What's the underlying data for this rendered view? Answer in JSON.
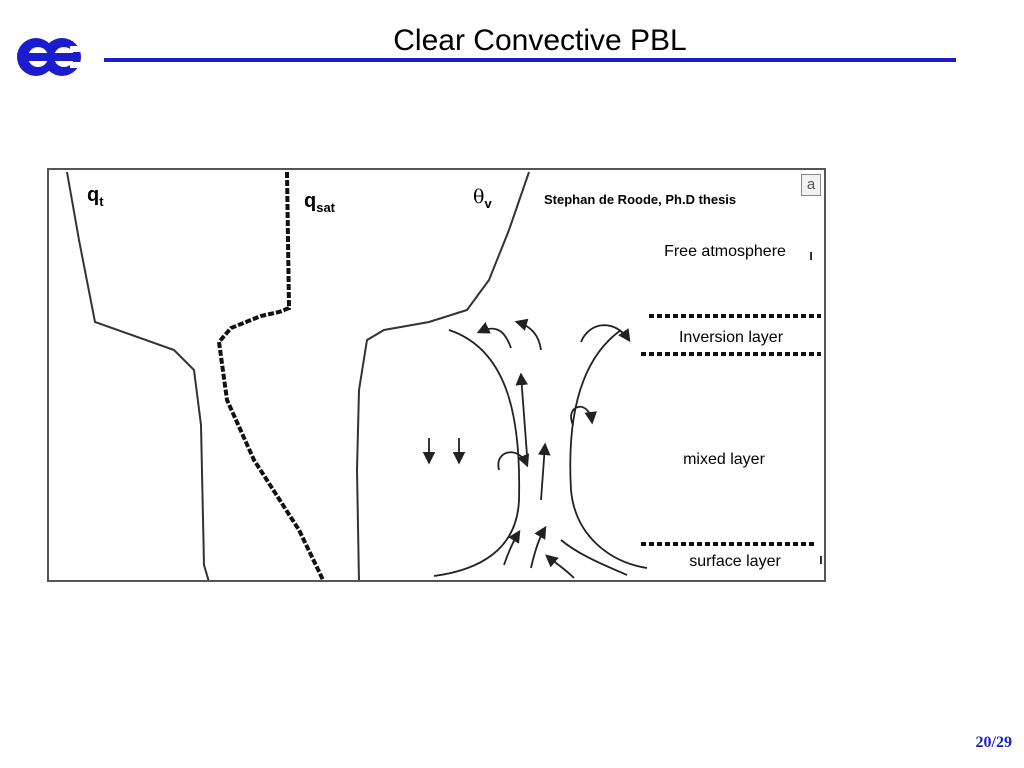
{
  "slide": {
    "title": "Clear Convective PBL",
    "page": "20/29",
    "accent_color": "#1c1ccf"
  },
  "figure": {
    "labels": {
      "qt_main": "q",
      "qt_sub": "t",
      "qsat_main": "q",
      "qsat_sub": "sat",
      "theta_main": "θ",
      "theta_sub": "v"
    },
    "credit": "Stephan de Roode, Ph.D thesis",
    "corner_icon_glyph": "a",
    "layers": {
      "free": "Free atmosphere",
      "inversion": "Inversion layer",
      "mixed": "mixed layer",
      "surface": "surface layer"
    }
  }
}
